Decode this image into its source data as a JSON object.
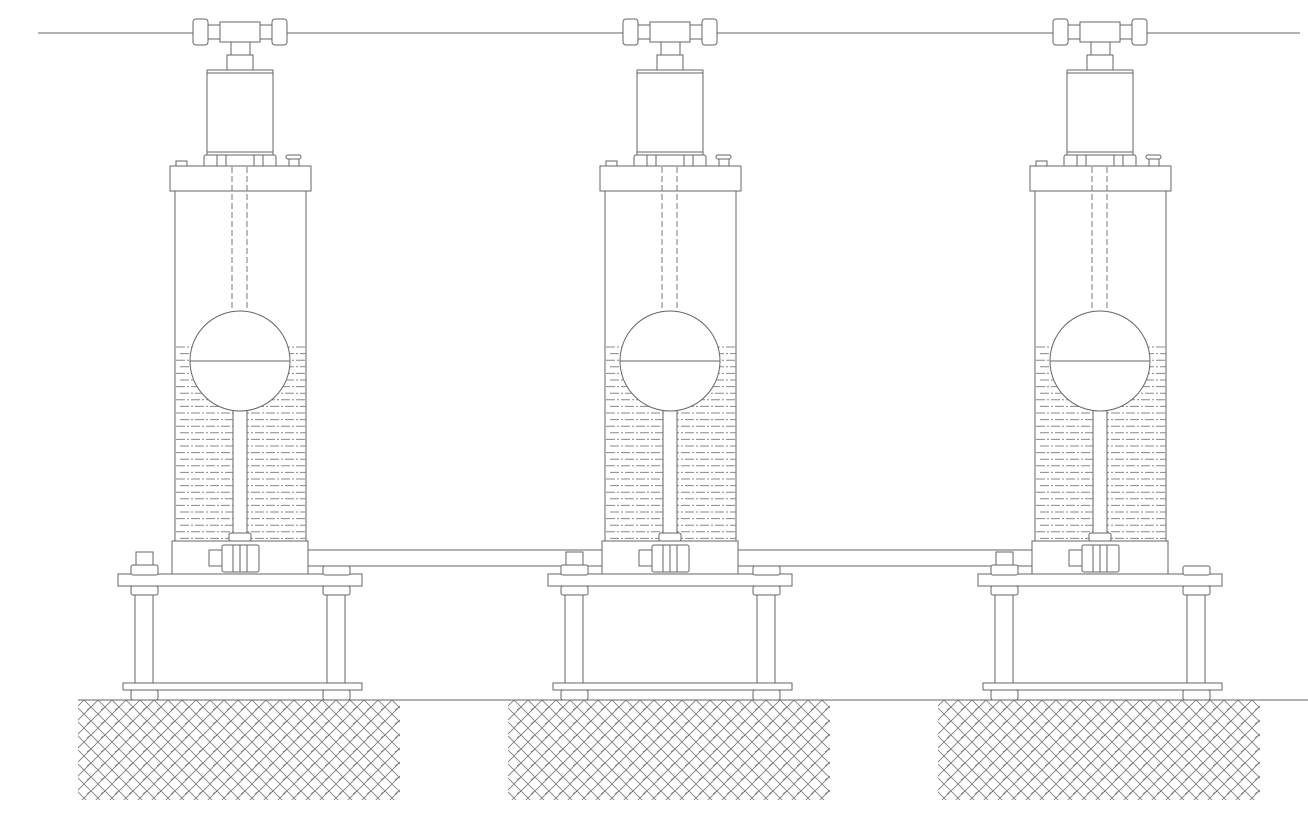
{
  "diagram": {
    "title": "",
    "units": [
      "unit-1",
      "unit-2",
      "unit-3"
    ],
    "colors": {
      "line": "#666666",
      "background": "#ffffff"
    }
  }
}
